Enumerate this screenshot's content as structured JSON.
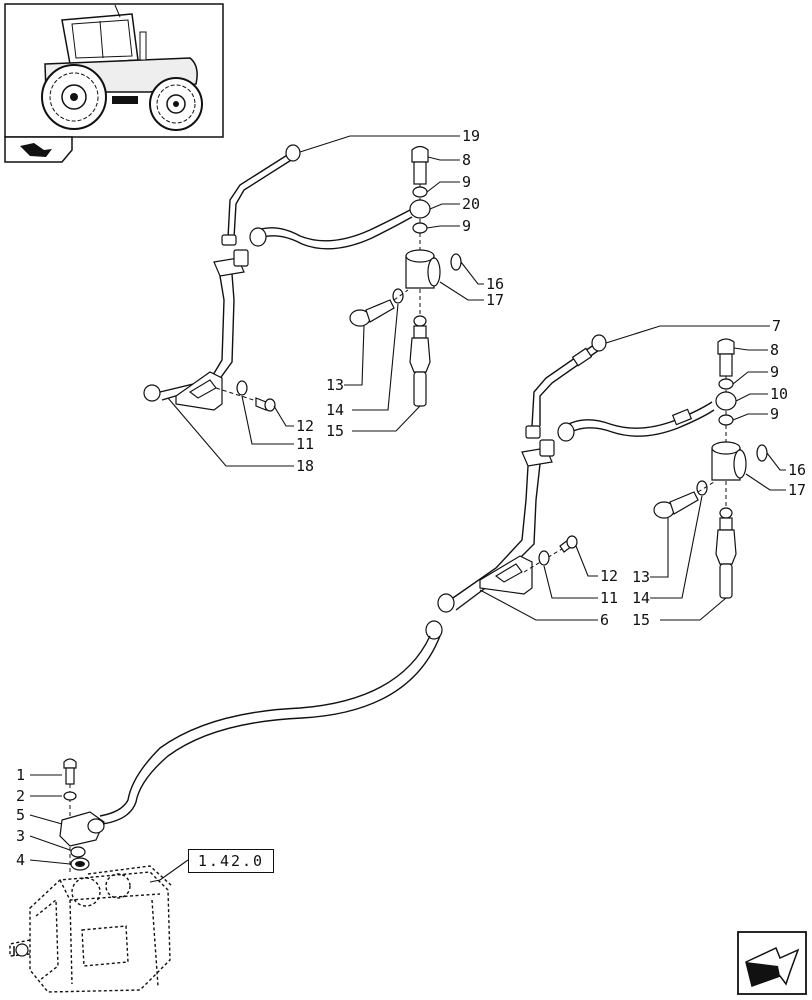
{
  "reference_box": {
    "label": "1.42.0"
  },
  "callouts": {
    "c1": "1",
    "c2": "2",
    "c3": "3",
    "c4": "4",
    "c5": "5",
    "c6": "6",
    "c7": "7",
    "c8a": "8",
    "c8b": "8",
    "c9a": "9",
    "c9b": "9",
    "c9c": "9",
    "c9d": "9",
    "c10": "10",
    "c11a": "11",
    "c11b": "11",
    "c12a": "12",
    "c12b": "12",
    "c13a": "13",
    "c13b": "13",
    "c14a": "14",
    "c14b": "14",
    "c15a": "15",
    "c15b": "15",
    "c16a": "16",
    "c16b": "16",
    "c17a": "17",
    "c17b": "17",
    "c18": "18",
    "c19": "19",
    "c20": "20"
  },
  "icons": {
    "thumbnail": "tractor-thumbnail-icon",
    "section": "section-arrow-icon",
    "navigate": "next-page-arrow-icon"
  }
}
